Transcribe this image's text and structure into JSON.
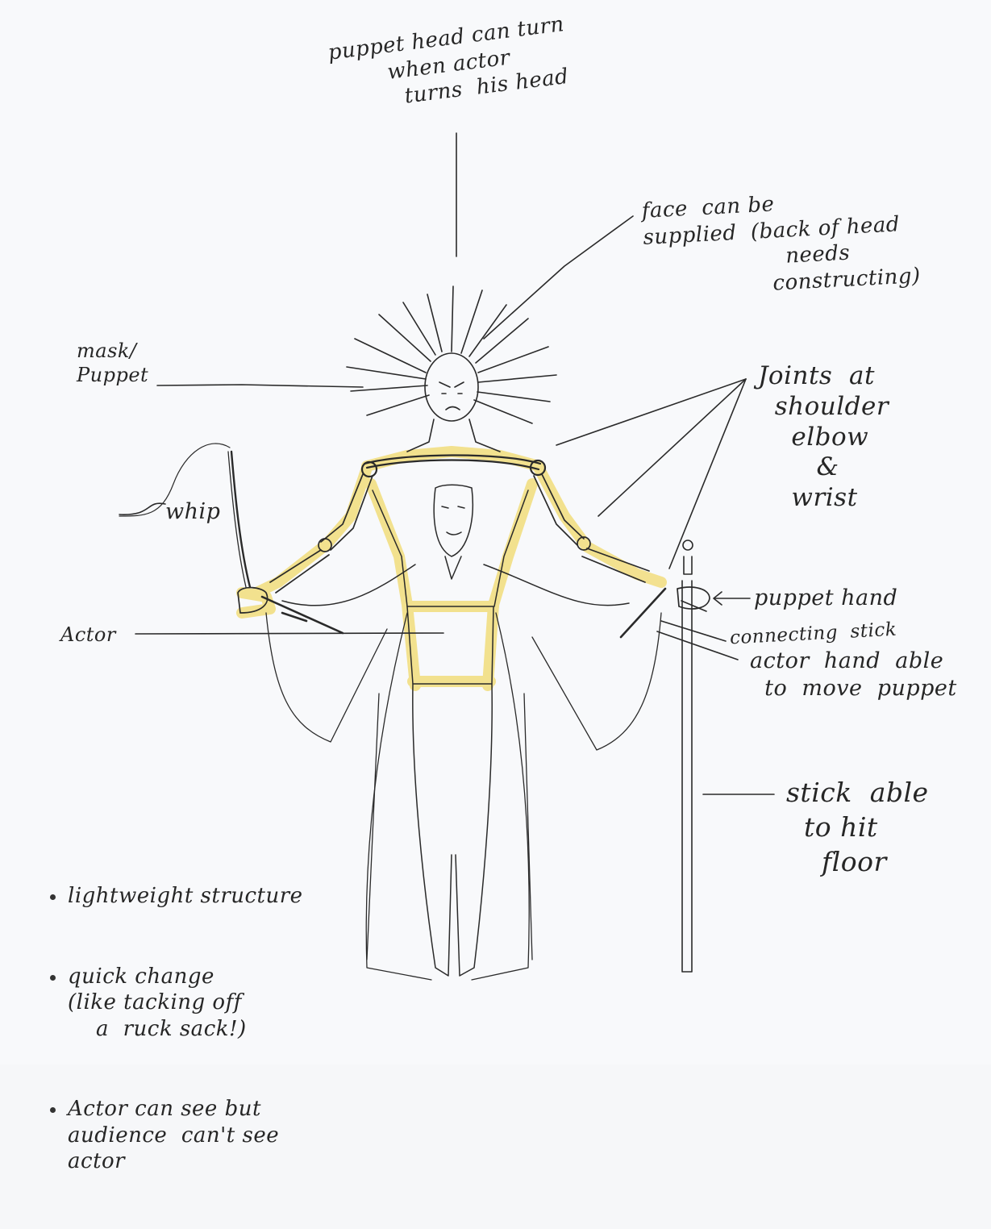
{
  "labels": {
    "head_turn": "puppet head can turn\n        when actor\n          turns  his head",
    "face": "face  can be\nsupplied  (back of head\n                    needs\n                  constructing)",
    "mask_puppet": "mask/\nPuppet",
    "joints": "Joints  at\n  shoulder\n    elbow\n       &\n    wrist",
    "whip": "whip",
    "puppet_hand": "puppet hand",
    "connecting_stick": "connecting  stick",
    "actor_hand": "actor  hand  able\n  to  move  puppet",
    "actor": "Actor",
    "stick_floor": "stick  able\n  to hit\n    floor"
  },
  "notes": [
    "lightweight structure",
    "quick change\n(like tacking off\n    a  ruck sack!)",
    "Actor can see but\naudience  can't see\nactor"
  ],
  "colors": {
    "ink": "#262626",
    "highlight": "#f3e08a",
    "paper": "#f8f9fb"
  }
}
